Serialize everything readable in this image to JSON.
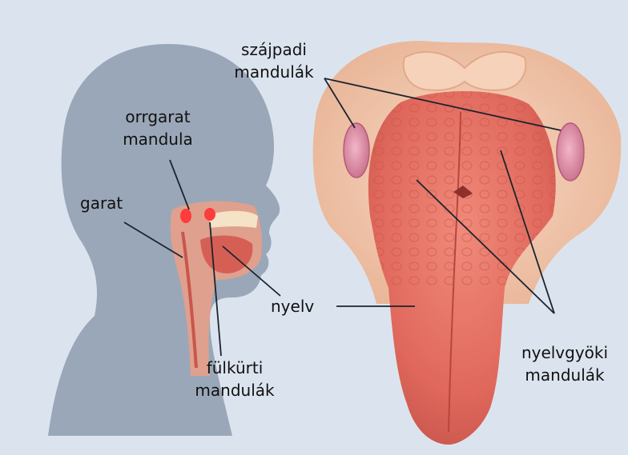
{
  "labels": {
    "palatine_line1": "szájpadi",
    "palatine_line2": "mandulák",
    "adenoid_line1": "orrgarat",
    "adenoid_line2": "mandula",
    "pharynx": "garat",
    "tongue": "nyelv",
    "tubal_line1": "fülkürti",
    "tubal_line2": "mandulák",
    "lingual_line1": "nyelvgyöki",
    "lingual_line2": "mandulák"
  },
  "colors": {
    "background": "#dbe4ee",
    "silhouette": "#9aa7b8",
    "tongue": "#e4786a",
    "tongue_dark": "#c9564c",
    "palate": "#f2c9b0",
    "tonsil": "#d98aa3",
    "tonsil_highlight": "#ff3b3b",
    "leader_line": "#1b2430"
  }
}
